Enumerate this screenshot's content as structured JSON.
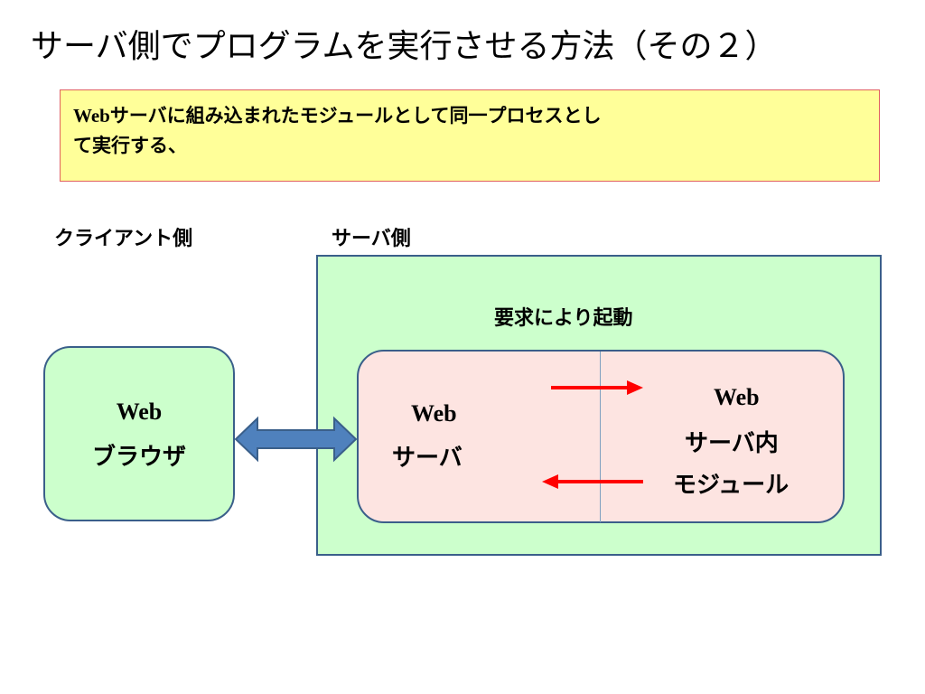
{
  "slide": {
    "title": "サーバ側でプログラムを実行させる方法（その２）",
    "note": {
      "line1_latin": "Web",
      "line1_rest": "サーバに組み込まれたモジュールとして同一プロセスとし",
      "line2": "て実行する、"
    }
  },
  "diagram": {
    "client_label": "クライアント側",
    "server_label": "サーバ側",
    "start_label": "要求により起動",
    "browser": {
      "line1": "Web",
      "line2": "ブラウザ"
    },
    "web_server": {
      "line1": "Web",
      "line2": "サーバ"
    },
    "module": {
      "line1": "Web",
      "line2": "サーバ内",
      "line3": "モジュール"
    },
    "colors": {
      "container_fill": "#ccffcc",
      "server_fill": "#fde4e1",
      "note_fill": "#ffff99",
      "border": "#3a5f8a",
      "double_arrow": "#4f81bd",
      "red_arrow": "#ff0000"
    }
  }
}
